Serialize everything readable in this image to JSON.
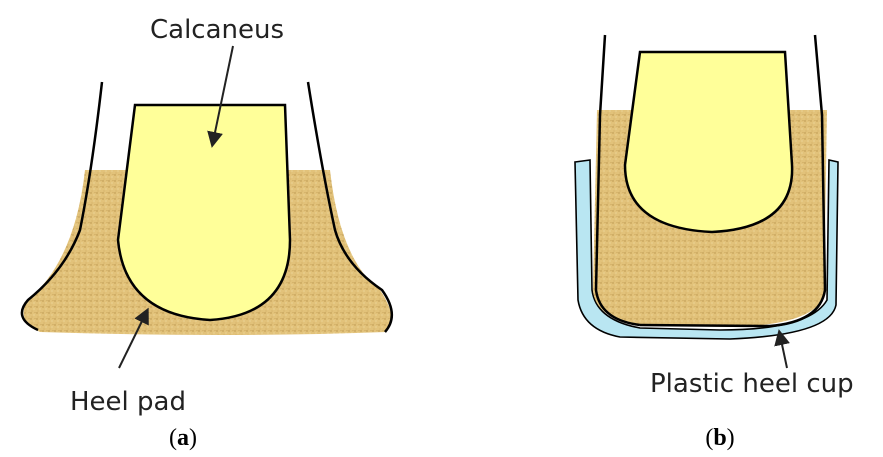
{
  "panels": [
    {
      "id": "a",
      "caption": {
        "open": "(",
        "letter": "a",
        "close": ")"
      },
      "labels": {
        "bone": "Calcaneus",
        "pad": "Heel pad"
      }
    },
    {
      "id": "b",
      "caption": {
        "open": "(",
        "letter": "b",
        "close": ")"
      },
      "labels": {
        "cup": "Plastic heel cup"
      }
    }
  ],
  "colors": {
    "bone_fill": "#ffff99",
    "pad_fill": "#e2c27a",
    "pad_speckle": "#b8924a",
    "cup_fill": "#b9e6f2",
    "outline": "#000000"
  }
}
